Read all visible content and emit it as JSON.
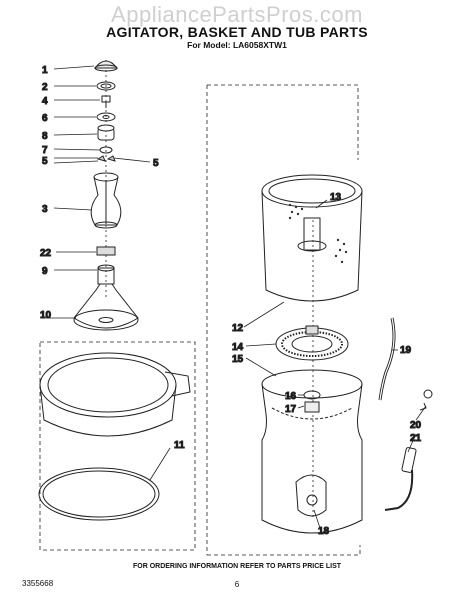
{
  "watermark": "AppliancePartsPros.com",
  "header": {
    "title": "AGITATOR, BASKET AND TUB PARTS",
    "model_line": "For Model: LA6058XTW1"
  },
  "footer": {
    "ordering_note": "FOR ORDERING INFORMATION REFER TO PARTS PRICE LIST",
    "doc_number": "3355668",
    "page_number": "6"
  },
  "callouts": {
    "c1": "1",
    "c2": "2",
    "c4": "4",
    "c6": "6",
    "c8": "8",
    "c7": "7",
    "c5a": "5",
    "c5b": "5",
    "c3": "3",
    "c22": "22",
    "c9": "9",
    "c10": "10",
    "c11": "11",
    "c12": "12",
    "c13": "13",
    "c14": "14",
    "c15": "15",
    "c16": "16",
    "c17": "17",
    "c18": "18",
    "c19": "19",
    "c20": "20",
    "c21": "21"
  }
}
